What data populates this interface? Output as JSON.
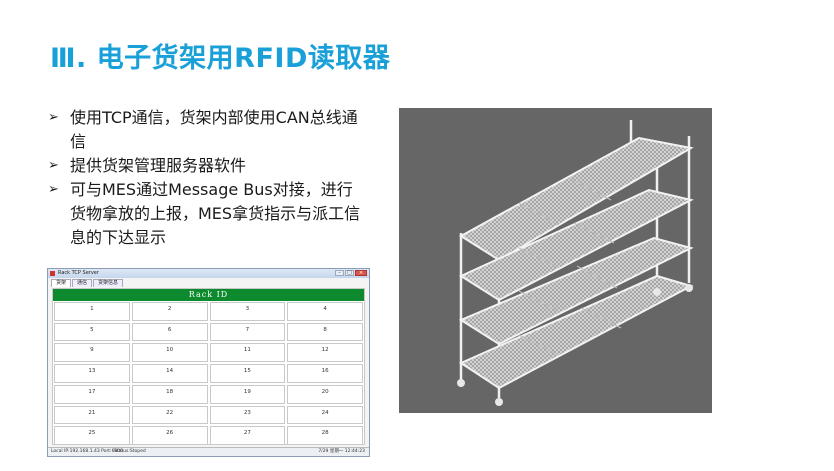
{
  "slide": {
    "title": "Ⅲ. 电子货架用RFID读取器",
    "bullets": [
      "使用TCP通信，货架内部使用CAN总线通信",
      "提供货架管理服务器软件",
      "可与MES通过Message Bus对接，进行货物拿放的上报，MES拿货指示与派工信息的下达显示"
    ],
    "colors": {
      "title": "#1aa0d8",
      "rack_header": "#0e8a2e",
      "image_bg": "#666666"
    }
  },
  "window": {
    "title": "Rack TCP Server",
    "controls": [
      "–",
      "□",
      "×"
    ],
    "tabs": [
      "货架",
      "通信",
      "货架信息"
    ],
    "header": "Rack  ID",
    "cells": [
      "1",
      "2",
      "3",
      "4",
      "5",
      "6",
      "7",
      "8",
      "9",
      "10",
      "11",
      "12",
      "13",
      "14",
      "15",
      "16",
      "17",
      "18",
      "19",
      "20",
      "21",
      "22",
      "23",
      "24",
      "25",
      "26",
      "27",
      "28"
    ],
    "status": {
      "left": "Local IP:192.168.1.43  Port:6000",
      "mid": "Status:Stoped",
      "right": "7/29 星期一 12:44:23"
    }
  }
}
